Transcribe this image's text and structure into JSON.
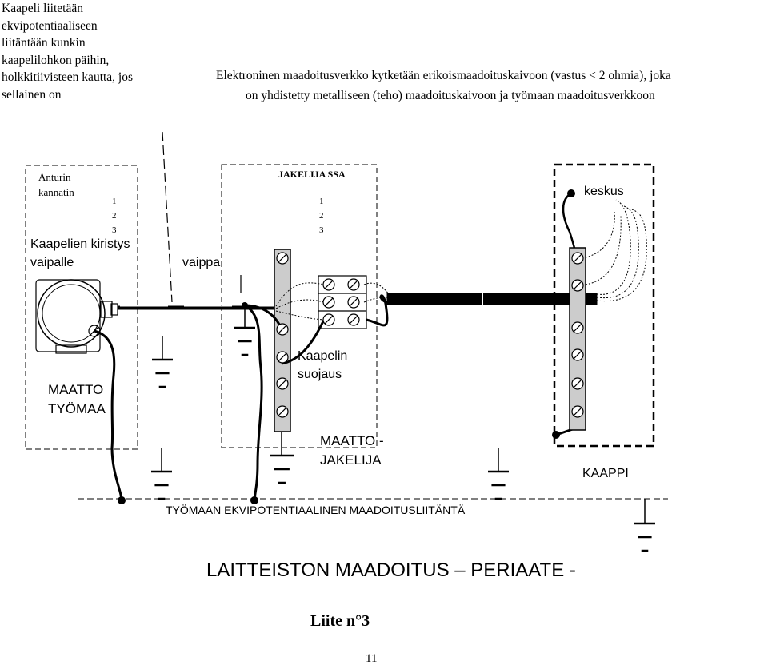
{
  "notes": {
    "left_lines": [
      "Kaapeli liitetään",
      "ekvipotentiaaliseen",
      "liitäntään kunkin",
      "kaapelilohkon päihin,",
      "holkkitiivisteen kautta, jos",
      "sellainen on"
    ],
    "top_lines": [
      "Elektroninen maadoitusverkko kytketään erikoismaadoituskaivoon  (vastus <  2 ohmia), joka",
      "on yhdistetty  metalliseen (teho) maadoituskaivoon ja työmaan maadoitusverkkoon"
    ]
  },
  "sensor_box": {
    "title_lines": [
      "Anturin",
      "kannatin"
    ],
    "terminal_numbers": [
      "1",
      "2",
      "3"
    ],
    "tension_lines": [
      "Kaapelien kiristys",
      "vaipalle"
    ],
    "ground_lines": [
      "MAATTO",
      "TYÖMAA"
    ]
  },
  "distributor_box": {
    "title": "JAKELIJA SSA",
    "terminal_numbers": [
      "1",
      "2",
      "3"
    ],
    "sheath_label": "vaippa",
    "shield_lines": [
      "Kaapelin",
      "suojaus"
    ],
    "ground_lines": [
      "MAATTO -",
      "JAKELIJA"
    ]
  },
  "cabinet_box": {
    "center_label": "keskus",
    "label": "KAAPPI"
  },
  "bus_label": "TYÖMAAN EKVIPOTENTIAALINEN MAADOITUSLIITÄNTÄ",
  "main_title": "LAITTEISTON MAADOITUS – PERIAATE -",
  "appendix": "Liite n°3",
  "page_number": "11",
  "colors": {
    "ink": "#000000",
    "bar_fill": "#cccccc"
  }
}
